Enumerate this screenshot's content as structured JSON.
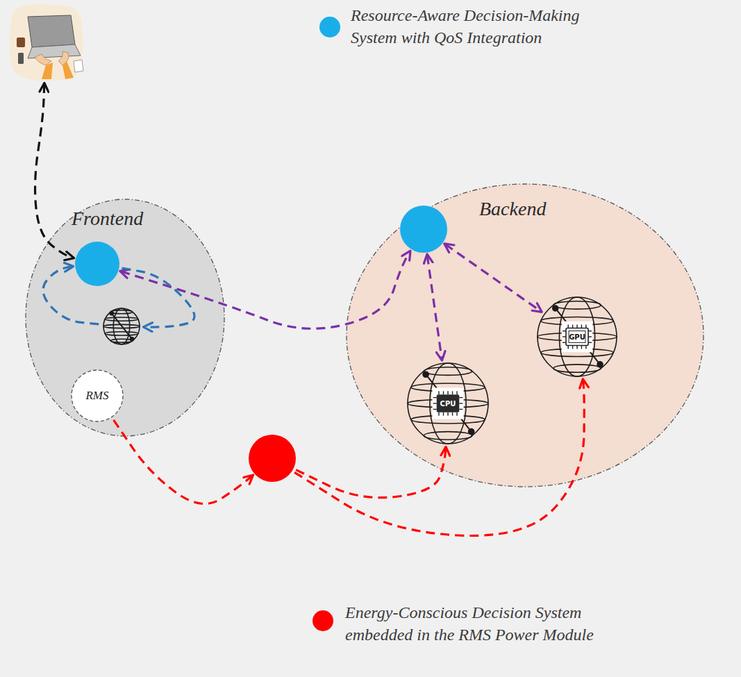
{
  "diagram": {
    "nodes": [
      {
        "text": []
      },
      {
        "text": [
          "Frontend"
        ]
      },
      {
        "text": [],
        "in": 1
      },
      {
        "text": [],
        "in": 1
      },
      {
        "text": [
          "RMS"
        ],
        "in": 1
      },
      {
        "text": [
          "Backend"
        ]
      },
      {
        "text": [],
        "in": 5
      },
      {
        "text": [
          "CPU"
        ],
        "in": 5
      },
      {
        "text": [
          "GPU"
        ],
        "in": 5
      },
      {
        "text": []
      }
    ],
    "edges": [
      {
        "from": 0,
        "to": 2,
        "arrow": "both"
      },
      {
        "from": 2,
        "to": 6,
        "arrow": "both"
      },
      {
        "from": 6,
        "to": 7,
        "arrow": "both"
      },
      {
        "from": 6,
        "to": 8,
        "arrow": "both"
      },
      {
        "from": 2,
        "to": 3,
        "arrow": "to"
      },
      {
        "from": 3,
        "to": 2,
        "arrow": "to"
      },
      {
        "from": 4,
        "to": 9,
        "arrow": "to"
      },
      {
        "from": 9,
        "to": 7,
        "arrow": "to"
      },
      {
        "from": 9,
        "to": 8,
        "arrow": "to"
      }
    ],
    "legend": [
      {
        "text": "Resource-Aware Decision-Making System with QoS Integration",
        "color": "#1aaee8"
      },
      {
        "text": "Energy-Conscious Decision System embedded in the RMS Power Module",
        "color": "#ff0000"
      }
    ]
  }
}
